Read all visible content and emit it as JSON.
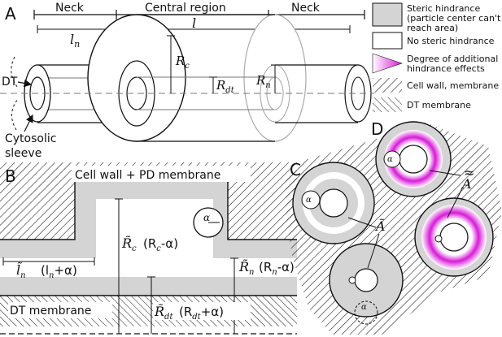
{
  "panels": {
    "a": "A",
    "b": "B",
    "c": "C",
    "d": "D"
  },
  "panel_a": {
    "neck_left": "Neck",
    "central": "Central region",
    "neck_right": "Neck",
    "l_n_sym": "l",
    "l_n_sub": "n",
    "l_sym": "l",
    "rc_sym": "R",
    "rc_sub": "c",
    "rdt_sym": "R",
    "rdt_sub": "dt",
    "rn_sym": "R",
    "rn_sub": "n",
    "dt": "DT",
    "cytosolic": "Cytosolic",
    "sleeve": "sleeve"
  },
  "panel_b": {
    "cell_wall": "Cell wall + PD membrane",
    "dt_membrane": "DT membrane",
    "alpha": "α",
    "rc_formula_tail": "(R",
    "rc_formula_sub": "c",
    "rc_formula_end": "-α)",
    "ln_tail": "(l",
    "ln_sub": "n",
    "ln_end": "+α)",
    "rn_tail": "(R",
    "rn_sub": "n",
    "rn_end": "-α)",
    "rdt_tail": "(R",
    "rdt_sub": "dt",
    "rdt_end": "+α)"
  },
  "panel_cd": {
    "alpha": "α",
    "a_tilde": "A",
    "a_double_tilde": "A",
    "approx": "≈"
  },
  "legend": {
    "items": [
      {
        "label": "Steric hindrance (particle center can't reach area)",
        "lines": [
          "Steric hindrance",
          "(particle center can't",
          "reach area)"
        ]
      },
      {
        "label": "No steric hindrance",
        "lines": [
          "No steric hindrance"
        ]
      },
      {
        "label": "Degree of additional hindrance effects",
        "lines": [
          "Degree of additional",
          "hindrance effects"
        ]
      },
      {
        "label": "Cell wall, membrane",
        "lines": [
          "Cell wall, membrane"
        ]
      },
      {
        "label": "DT membrane",
        "lines": [
          "DT membrane"
        ]
      }
    ]
  },
  "colors": {
    "gray": "#d4d4d4",
    "pink": "#d81bd8",
    "line": "#111111"
  }
}
